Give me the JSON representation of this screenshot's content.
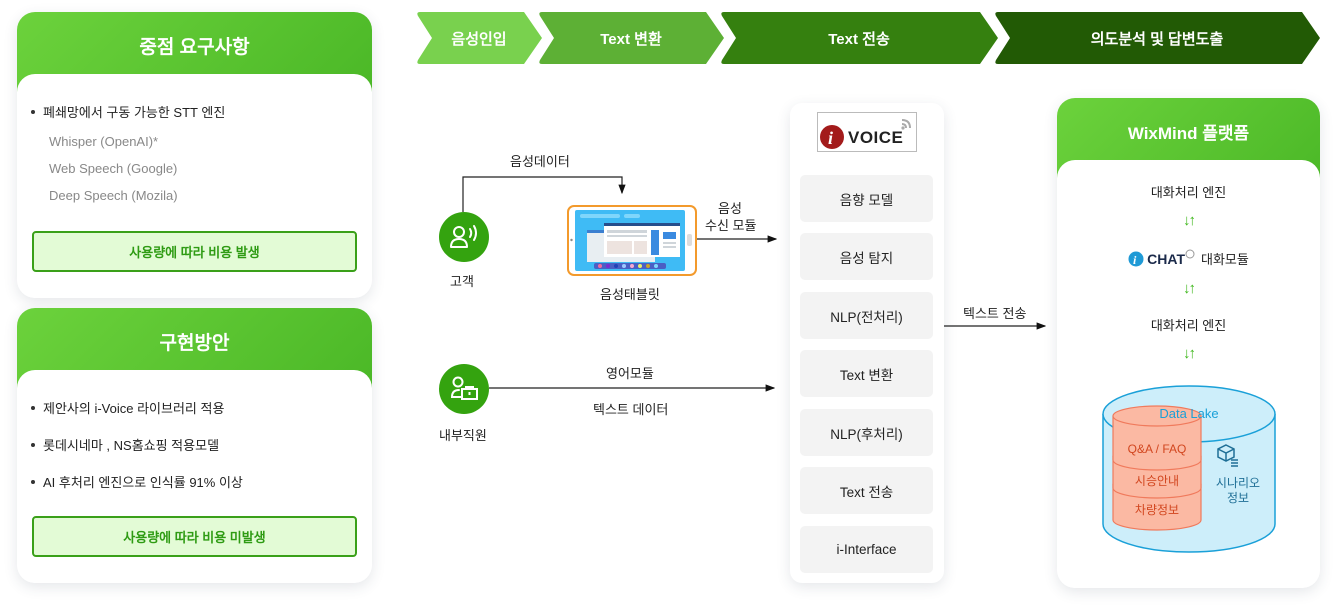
{
  "requirements": {
    "title": "중점 요구사항",
    "bullet": "폐쇄망에서 구동 가능한 STT 엔진",
    "engines": [
      "Whisper (OpenAI)*",
      "Web Speech (Google)",
      "Deep Speech (Mozila)"
    ],
    "cost_note": "사용량에 따라 비용 발생"
  },
  "implementation": {
    "title": "구현방안",
    "bullets": [
      "제안사의 i-Voice 라이브러리 적용",
      "롯데시네마 , NS홈쇼핑 적용모델",
      "AI 후처리 엔진으로 인식률 91% 이상"
    ],
    "cost_note": "사용량에 따라 비용 미발생"
  },
  "process_steps": [
    {
      "label": "음성인입",
      "color": "#79d14e"
    },
    {
      "label": "Text 변환",
      "color": "#5db035"
    },
    {
      "label": "Text 전송",
      "color": "#35800f"
    },
    {
      "label": "의도분석 및 답변도출",
      "color": "#225a05"
    }
  ],
  "flow": {
    "customer_label": "고객",
    "voice_data_label": "음성데이터",
    "tablet_label": "음성태블릿",
    "receive_module_label": [
      "음성",
      "수신 모듈"
    ],
    "staff_label": "내부직원",
    "english_module_label": "영어모듈",
    "text_data_label": "텍스트 데이터",
    "text_send_label": "텍스트 전송"
  },
  "ivoice": {
    "logo_text": "VOICE",
    "modules": [
      "음향 모델",
      "음성 탐지",
      "NLP(전처리)",
      "Text 변환",
      "NLP(후처리)",
      "Text 전송",
      "i-Interface"
    ]
  },
  "wixmind": {
    "title": "WixMind 플랫폼",
    "engine_top": "대화처리 엔진",
    "updown": "↓↑",
    "chat_logo": "CHAT",
    "chat_module": "대화모듈",
    "engine_bottom": "대화처리 엔진",
    "data_lake": {
      "title": "Data Lake",
      "stack": [
        "Q&A / FAQ",
        "시승안내",
        "차량정보"
      ],
      "scenario": [
        "시나리오",
        "정보"
      ]
    }
  },
  "colors": {
    "green_primary": "#4bb827",
    "green_icon": "#34a30f",
    "cost_border": "#3aa019",
    "cost_bg": "#e3fbd6",
    "lake_fill": "#cdeefa",
    "lake_stroke": "#1aa0d8",
    "stack_fill": "#fbb9a3",
    "stack_stroke": "#f07a5c"
  }
}
